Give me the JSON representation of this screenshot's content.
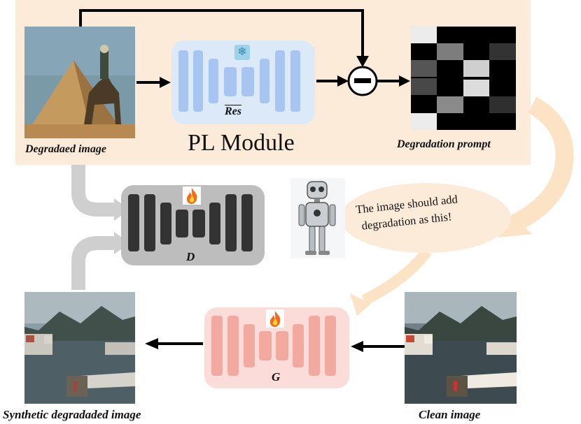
{
  "pl_module": {
    "label": "PL Module",
    "network_label": "Res",
    "input_caption": "Degradaed image",
    "output_caption": "Degradation prompt"
  },
  "discriminator": {
    "label": "D"
  },
  "generator": {
    "label": "G"
  },
  "speech_bubble": {
    "text_line1": "The image should add",
    "text_line2": "degradation as this!"
  },
  "captions": {
    "synthetic": "Synthetic degradaded image",
    "clean": "Clean image"
  },
  "colors": {
    "panel": "#fdebd9",
    "pl_network": "#a8c4f0",
    "pl_box": "#dce9f9",
    "d_bars": "#333333",
    "d_box": "#bdbdbd",
    "g_bars": "#f2a9a0",
    "g_box": "#fcdcd8",
    "arrow_light": "#fde3c6",
    "arrow_gray": "#cfcfcf"
  }
}
